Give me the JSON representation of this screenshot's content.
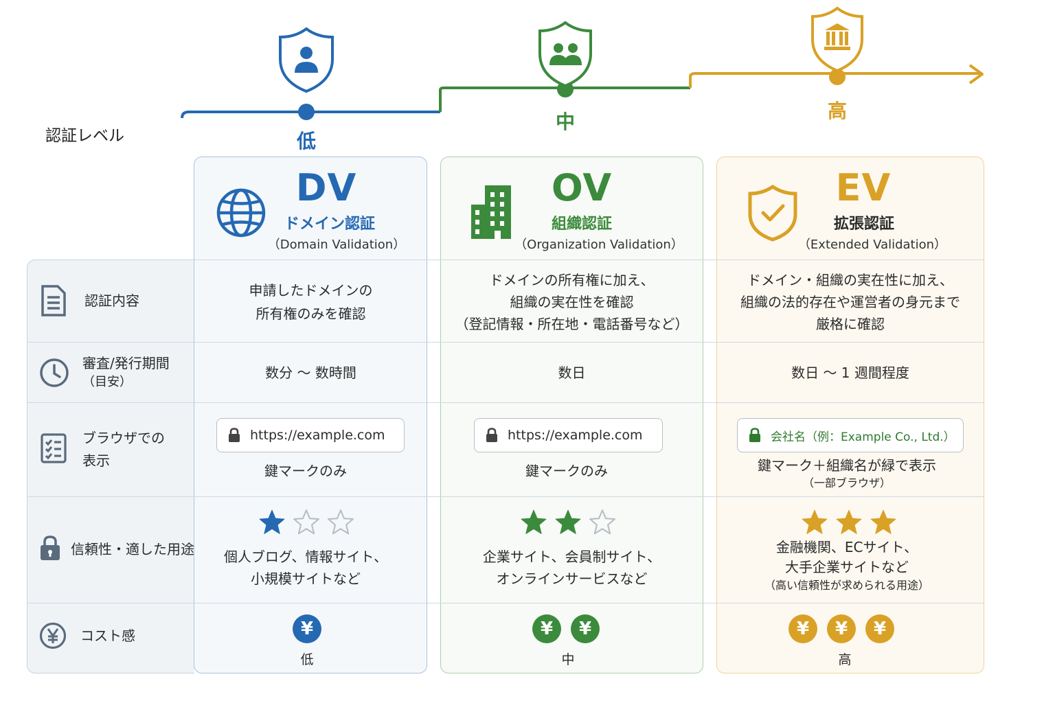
{
  "level_axis": {
    "label": "認証レベル",
    "levels": [
      {
        "name": "低",
        "color": "#2569b2"
      },
      {
        "name": "中",
        "color": "#3c8a3c"
      },
      {
        "name": "高",
        "color": "#d9a126"
      }
    ]
  },
  "certificates": [
    {
      "abbr": "DV",
      "jp_name": "ドメイン認証",
      "en_name": "（Domain Validation）",
      "color": "#2569b2",
      "auth_content": [
        "申請したドメインの",
        "所有権のみを確認"
      ],
      "issue_time": "数分 〜 数時間",
      "url_text": "https://example.com",
      "browser_note": [
        "鍵マークのみ"
      ],
      "rating": 1,
      "use_cases": [
        "個人ブログ、情報サイト、",
        "小規模サイトなど"
      ],
      "cost_level": 1,
      "cost_label": "低"
    },
    {
      "abbr": "OV",
      "jp_name": "組織認証",
      "en_name": "（Organization Validation）",
      "color": "#3c8a3c",
      "auth_content": [
        "ドメインの所有権に加え、",
        "組織の実在性を確認",
        "（登記情報・所在地・電話番号など）"
      ],
      "issue_time": "数日",
      "url_text": "https://example.com",
      "browser_note": [
        "鍵マークのみ"
      ],
      "rating": 2,
      "use_cases": [
        "企業サイト、会員制サイト、",
        "オンラインサービスなど"
      ],
      "cost_level": 2,
      "cost_label": "中"
    },
    {
      "abbr": "EV",
      "jp_name": "拡張認証",
      "en_name": "（Extended Validation）",
      "color": "#d9a126",
      "auth_content": [
        "ドメイン・組織の実在性に加え、",
        "組織の法的存在や運営者の身元まで",
        "厳格に確認"
      ],
      "issue_time": "数日 〜 1 週間程度",
      "url_text": "会社名（例：Example Co., Ltd.）",
      "browser_note": [
        "鍵マーク＋組織名が緑で表示",
        "（一部ブラウザ）"
      ],
      "rating": 3,
      "use_cases": [
        "金融機関、ECサイト、",
        "大手企業サイトなど",
        "（高い信頼性が求められる用途）"
      ],
      "cost_level": 3,
      "cost_label": "高"
    }
  ],
  "rows": [
    {
      "key": "auth_content",
      "label": [
        "認証内容"
      ],
      "icon": "document-icon"
    },
    {
      "key": "issue_time",
      "label": [
        "審査/発行期間",
        "（目安）"
      ],
      "icon": "clock-icon"
    },
    {
      "key": "browser",
      "label": [
        "ブラウザでの",
        "表示"
      ],
      "icon": "checklist-icon"
    },
    {
      "key": "trust",
      "label": [
        "信頼性・適した用途"
      ],
      "icon": "padlock-icon"
    },
    {
      "key": "cost",
      "label": [
        "コスト感"
      ],
      "icon": "yen-icon"
    }
  ],
  "coin_symbol": "¥",
  "ev_url_color": "#2f7a30"
}
